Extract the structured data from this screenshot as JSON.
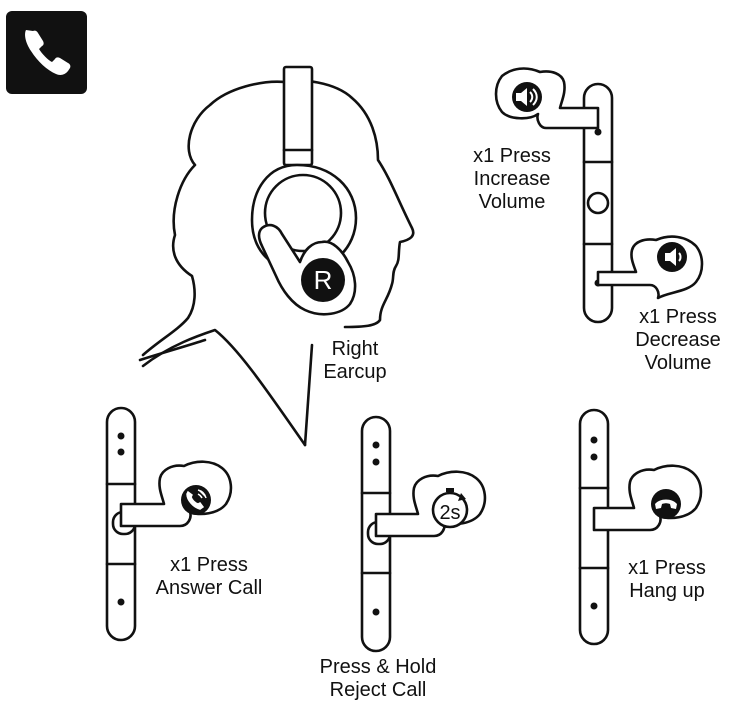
{
  "badge": {
    "icon": "phone-icon"
  },
  "head": {
    "earcup_letter": "R",
    "label_line1": "Right",
    "label_line2": "Earcup"
  },
  "controls": {
    "increase": {
      "line1": "x1 Press",
      "line2": "Increase",
      "line3": "Volume",
      "icon": "speaker-up-icon"
    },
    "decrease": {
      "line1": "x1 Press",
      "line2": "Decrease",
      "line3": "Volume",
      "icon": "speaker-down-icon"
    },
    "answer": {
      "line1": "x1 Press",
      "line2": "Answer Call",
      "icon": "phone-ring-icon"
    },
    "reject": {
      "line1": "Press & Hold",
      "line2": "Reject Call",
      "timer": "2s",
      "icon": "timer-icon"
    },
    "hangup": {
      "line1": "x1 Press",
      "line2": "Hang up",
      "icon": "hang-up-icon"
    }
  },
  "colors": {
    "ink": "#111111",
    "paper": "#ffffff"
  }
}
